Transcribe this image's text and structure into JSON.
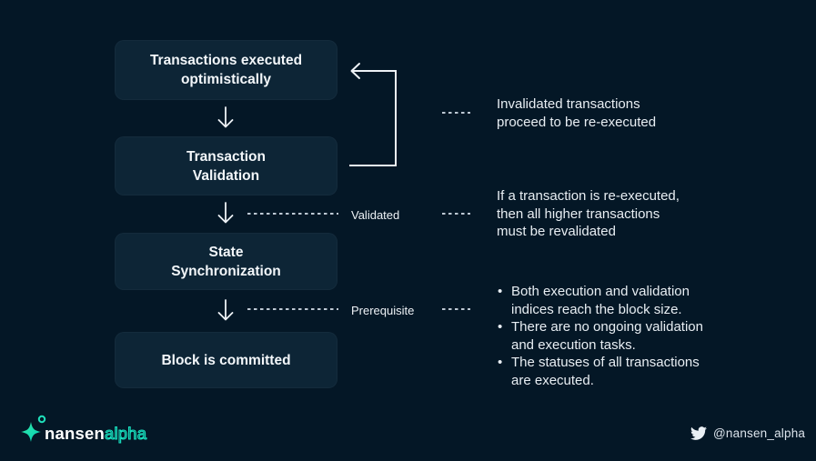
{
  "slide": {
    "bg_color": "#041726",
    "accent_color": "#18e2c0"
  },
  "flow": {
    "boxes": [
      {
        "label": "Transactions executed\noptimistically"
      },
      {
        "label": "Transaction\nValidation"
      },
      {
        "label": "State\nSynchronization"
      },
      {
        "label": "Block is committed"
      }
    ],
    "edge_labels": [
      {
        "label": "Validated"
      },
      {
        "label": "Prerequisite"
      }
    ]
  },
  "annotations": [
    {
      "text": "Invalidated transactions\nproceed to be re-executed"
    },
    {
      "text": "If a transaction is re-executed,\nthen all higher transactions\nmust be revalidated"
    },
    {
      "bullets": [
        "Both execution and validation\nindices reach the block size.",
        "There are no ongoing validation\nand execution tasks.",
        "The statuses of all transactions\nare executed."
      ]
    }
  ],
  "footer": {
    "brand_name": "nansen",
    "brand_suffix": "alpha",
    "twitter_handle": "@nansen_alpha"
  }
}
